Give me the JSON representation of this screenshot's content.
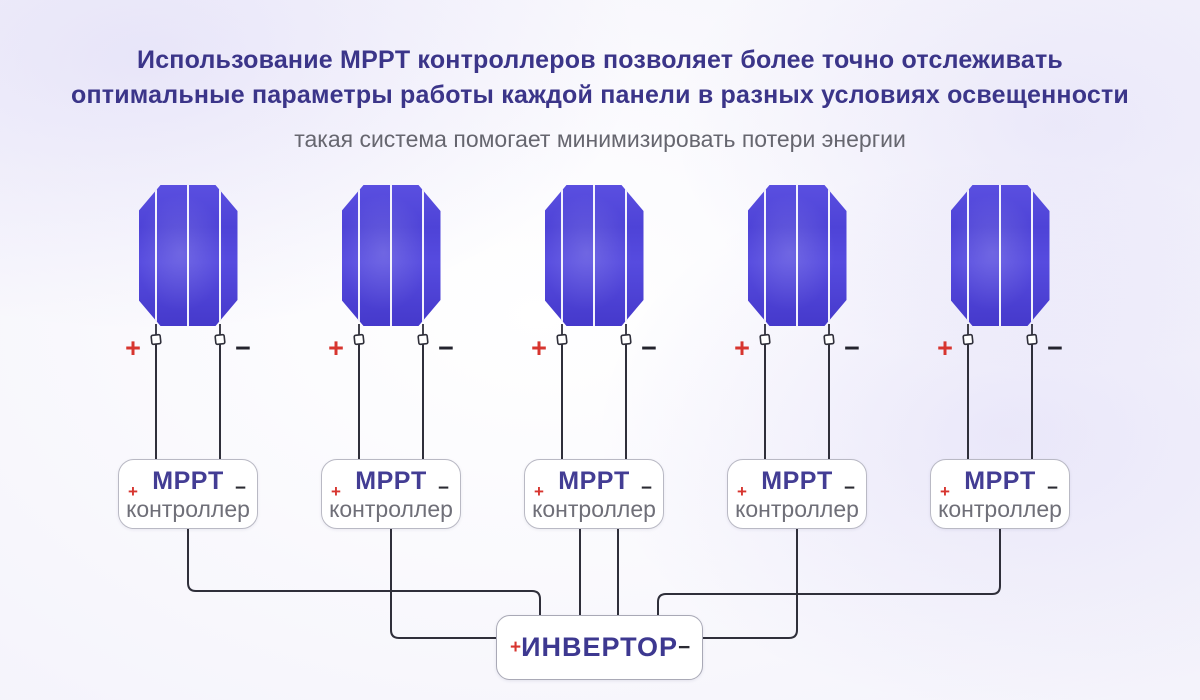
{
  "header": {
    "title_line1": "Использование MPPT контроллеров позволяет более точно отслеживать",
    "title_line2": "оптимальные параметры работы каждой панели в разных условиях освещенности",
    "subtitle": "такая система помогает минимизировать потери энергии"
  },
  "labels": {
    "plus": "+",
    "minus": "−"
  },
  "controller": {
    "name": "MPPT",
    "type": "контроллер"
  },
  "inverter": {
    "name": "ИНВЕРТОР"
  },
  "diagram": {
    "panel_count": 5,
    "controller_count": 5,
    "colors": {
      "title": "#3b3589",
      "subtitle": "#66666f",
      "panel_indigo": "#4c41d3",
      "wire": "#2f2f3a",
      "plus_red": "#d7352f",
      "minus_dark": "#23232d",
      "box_border": "#b9b9c4"
    }
  }
}
